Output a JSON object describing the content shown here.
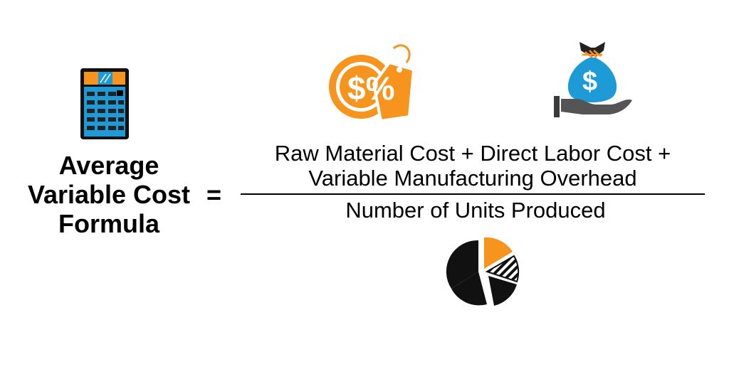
{
  "formula": {
    "lhs_lines": [
      "Average",
      "Variable Cost",
      "Formula"
    ],
    "equals_sign": "=",
    "numerator_lines": [
      "Raw Material Cost + Direct Labor Cost +",
      "Variable Manufacturing Overhead"
    ],
    "denominator": "Number of Units Produced"
  },
  "icons": {
    "calculator": "calculator-icon",
    "price_tag": "dollar-percent-tag-icon",
    "price_tag_text": "$%",
    "money_bag": "money-bag-hand-icon",
    "money_bag_text": "$",
    "pie_chart": "pie-chart-icon"
  },
  "colors": {
    "accent_orange": "#f7941d",
    "accent_blue": "#1e9bd7",
    "dark": "#1a1a1a",
    "gray": "#4a4a4a"
  }
}
